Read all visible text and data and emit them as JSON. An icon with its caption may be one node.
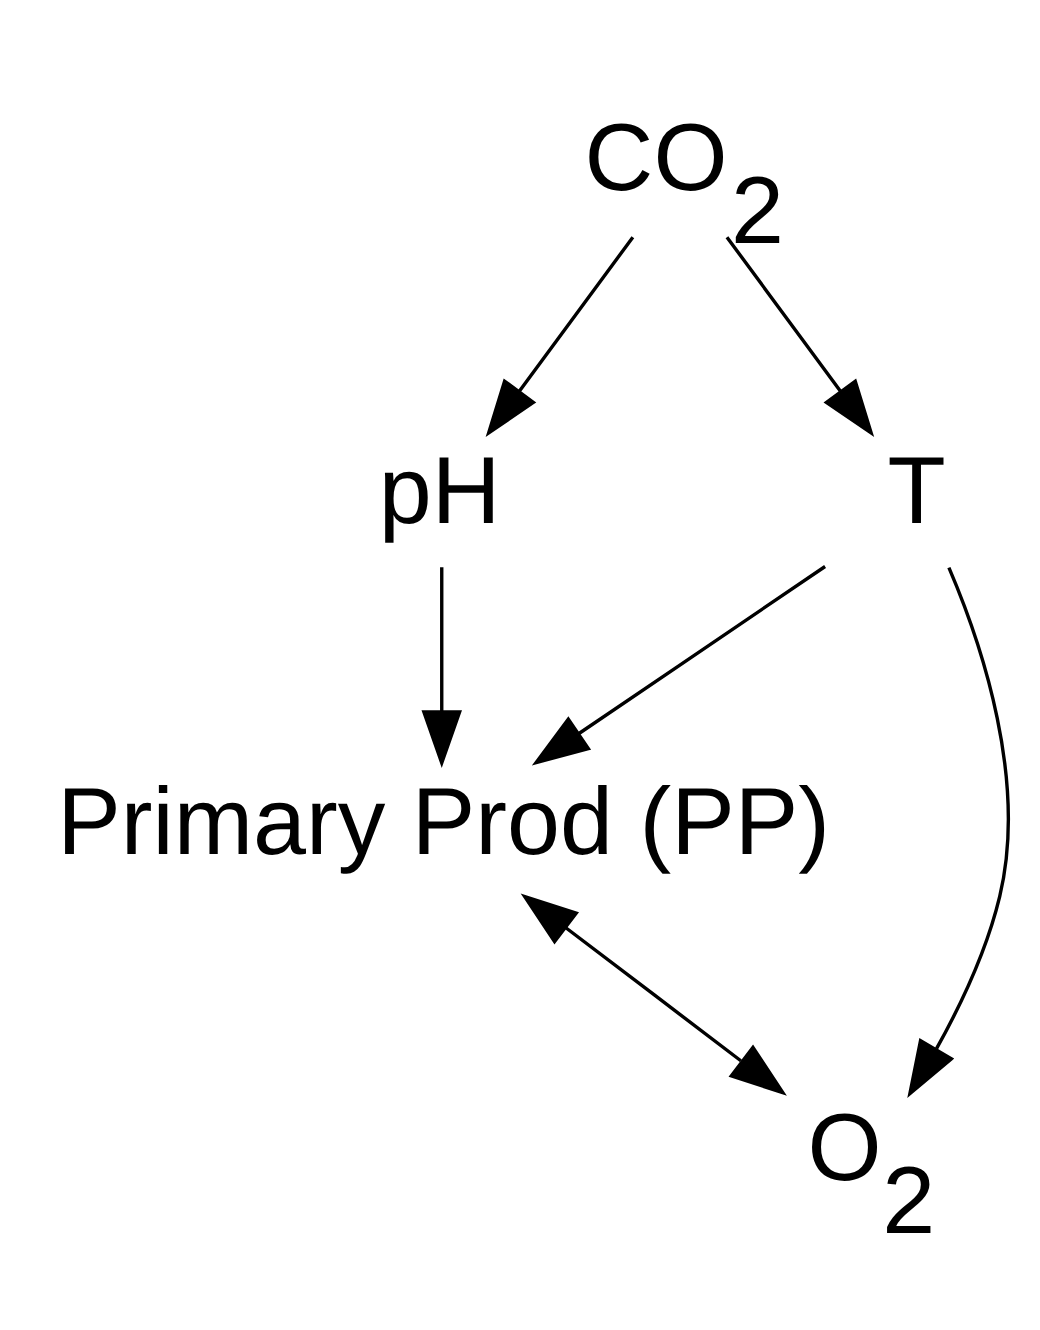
{
  "diagram": {
    "nodes": [
      {
        "text": [
          "CO$_{2}$"
        ]
      },
      {
        "text": [
          "pH"
        ]
      },
      {
        "text": [
          "T"
        ]
      },
      {
        "text": [
          "Primary Prod (PP)"
        ]
      },
      {
        "text": [
          "O$_{2}$"
        ]
      }
    ],
    "edges": [
      {
        "from": 0,
        "to": 1,
        "arrow": "to"
      },
      {
        "from": 0,
        "to": 2,
        "arrow": "to"
      },
      {
        "from": 1,
        "to": 3,
        "arrow": "to"
      },
      {
        "from": 2,
        "to": 3,
        "arrow": "to"
      },
      {
        "from": 2,
        "to": 4,
        "arrow": "to"
      },
      {
        "from": 3,
        "to": 4,
        "arrow": "both"
      }
    ]
  }
}
